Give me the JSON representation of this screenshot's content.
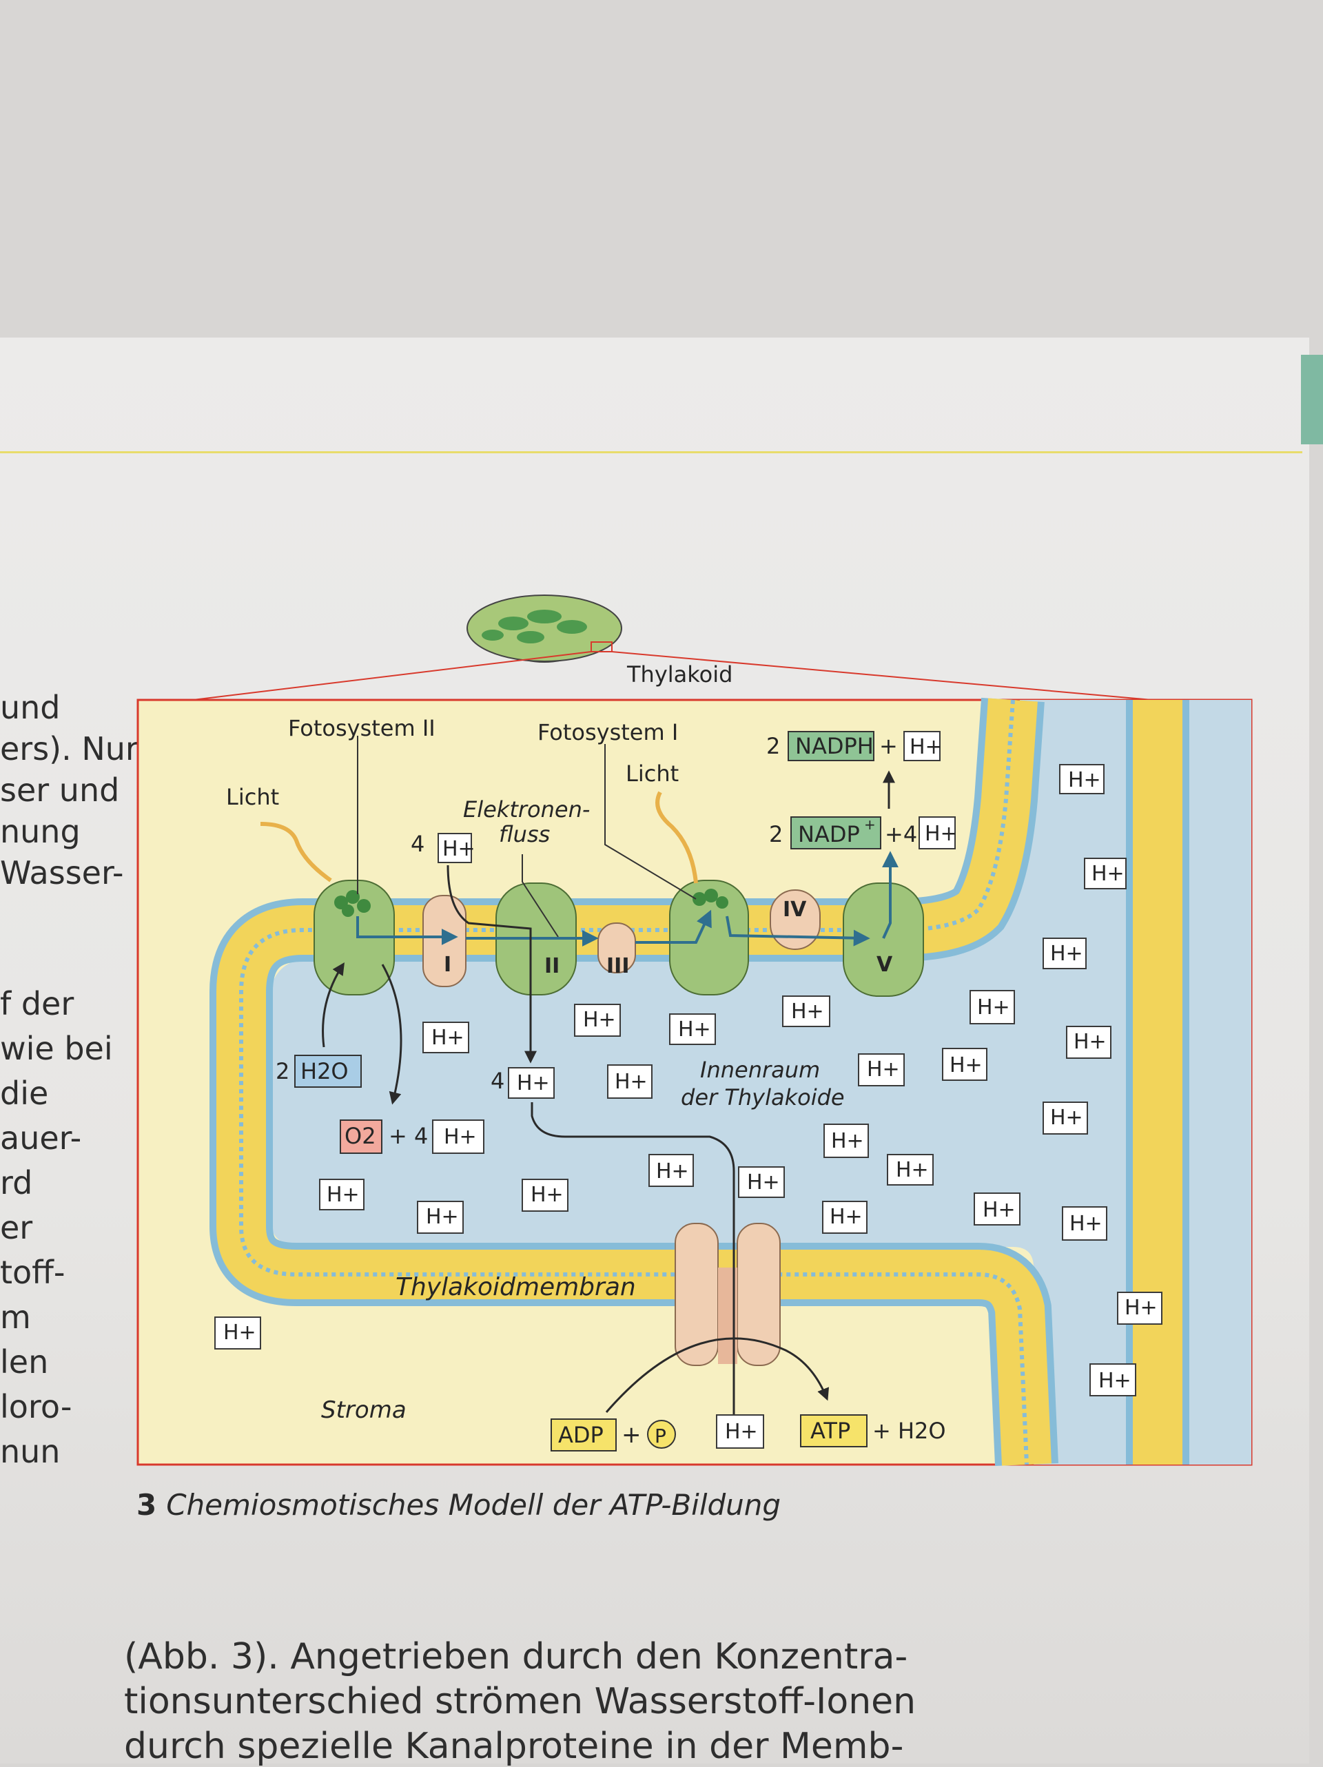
{
  "left_column": [
    "und",
    "ers). Nur",
    "ser und",
    "nung",
    "Wasser-",
    "f der",
    "wie bei",
    "die",
    "auer-",
    "rd",
    "er",
    "toff-",
    "m",
    "len",
    "loro-",
    "nun"
  ],
  "diagram": {
    "thylakoid": "Thylakoid",
    "photosystem2": "Fotosystem II",
    "photosystem1": "Fotosystem I",
    "light_left": "Licht",
    "light_right": "Licht",
    "electron_flow_1": "Elektronen-",
    "electron_flow_2": "fluss",
    "nadph_coeff": "2",
    "nadph": "NADPH",
    "plus1": "+",
    "nadp_coeff": "2",
    "nadp": "NADP",
    "plus4": "+4",
    "water_coeff": "2",
    "water": "H2O",
    "oxygen": "O2",
    "plus_four_left": "+ 4",
    "four_top": "4",
    "four_mid": "4",
    "roman_I": "I",
    "roman_II": "II",
    "roman_III": "III",
    "roman_IV": "IV",
    "roman_V": "V",
    "inner_space_1": "Innenraum",
    "inner_space_2": "der Thylakoide",
    "membrane": "Thylakoidmembran",
    "stroma": "Stroma",
    "adp": "ADP",
    "plus_p": "+",
    "p": "P",
    "atp": "ATP",
    "plus_h2o": "+ H2O",
    "hplus": "H+"
  },
  "caption_number": "3",
  "caption": "Chemiosmotisches Modell der ATP-Bildung",
  "bottom_text": [
    "(Abb. 3). Angetrieben durch den Konzentra-",
    "tionsunterschied strömen Wasserstoff-Ionen",
    "durch spezielle Kanalproteine in der Memb-"
  ],
  "colors": {
    "frame": "#d8392c",
    "stroma": "#f7f0c2",
    "lumen": "#c3d9e6",
    "protein": "#9fc47a",
    "protein_pink": "#f0cfb3",
    "lipid_head": "#86bcd8",
    "lipid_tail": "#f2d45a",
    "arrow": "#2f6f8f"
  }
}
